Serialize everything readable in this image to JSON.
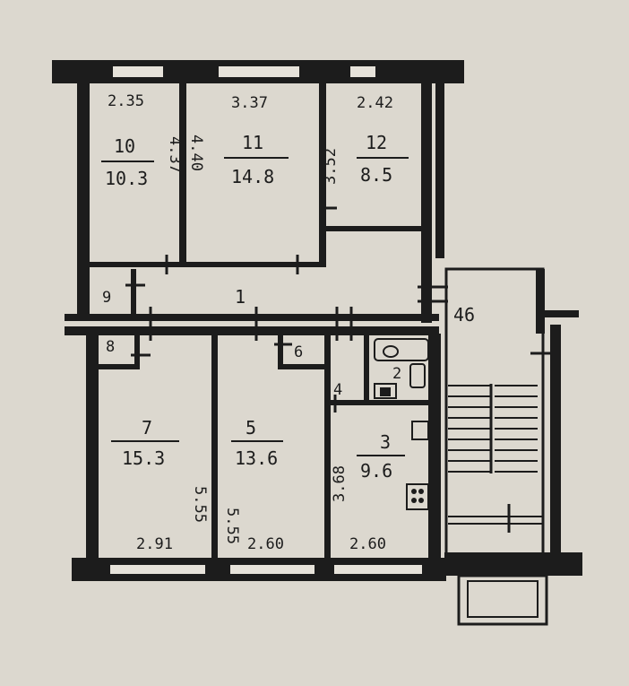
{
  "rooms": [
    {
      "id": "10",
      "number": "10",
      "area": "10.3"
    },
    {
      "id": "11",
      "number": "11",
      "area": "14.8"
    },
    {
      "id": "12",
      "number": "12",
      "area": "8.5"
    },
    {
      "id": "7",
      "number": "7",
      "area": "15.3"
    },
    {
      "id": "5",
      "number": "5",
      "area": "13.6"
    },
    {
      "id": "3",
      "number": "3",
      "area": "9.6"
    }
  ],
  "small_rooms": {
    "corridor": "1",
    "r2": "2",
    "r4": "4",
    "r6": "6",
    "r8": "8",
    "r9": "9",
    "stair": "46"
  },
  "dimensions": {
    "r10_width": "2.35",
    "r11_width": "3.37",
    "r12_width": "2.42",
    "r10_depth": "4.37",
    "r11_depth": "4.40",
    "r12_depth": "3.52",
    "r7_width": "2.91",
    "r5_width": "2.60",
    "r3_width": "2.60",
    "r7_depth": "5.55",
    "r5_depth": "5.55",
    "r3_depth": "3.68"
  }
}
